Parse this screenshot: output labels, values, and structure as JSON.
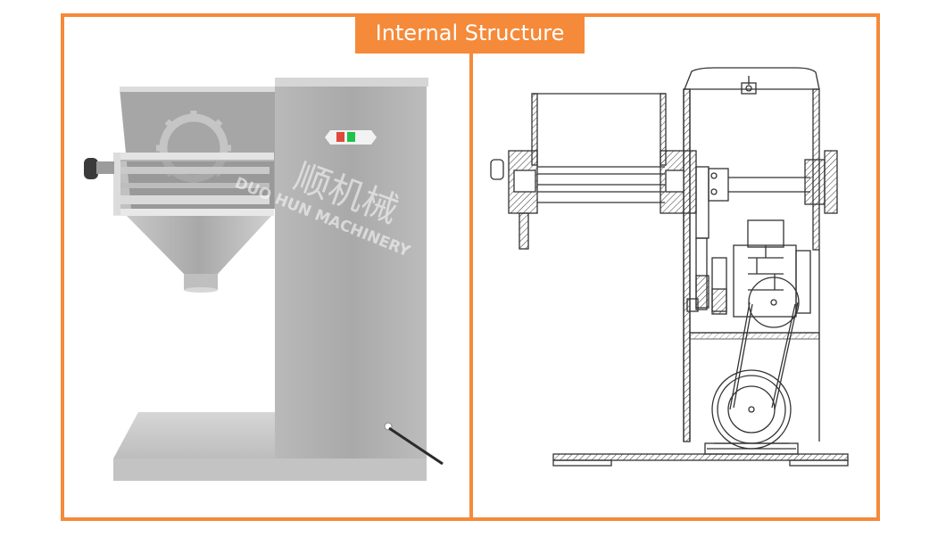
{
  "title": "Internal Structure",
  "panels": [
    {
      "id": "photo",
      "description": "Swing granulator machine photo",
      "watermark": {
        "cn": "顺机械",
        "en": "DUOSHUN MACHINERY",
        "en_visible": "DUO HUN MACHINERY"
      },
      "control_box": {
        "buttons": [
          {
            "name": "stop",
            "color": "#e0483a"
          },
          {
            "name": "start",
            "color": "#1fc24a"
          }
        ]
      }
    },
    {
      "id": "drawing",
      "description": "Internal structure line drawing"
    }
  ],
  "colors": {
    "accent": "#f58a3a",
    "steel": "#b5b5b5",
    "steel_dark": "#9a9a9a",
    "line": "#333333"
  }
}
